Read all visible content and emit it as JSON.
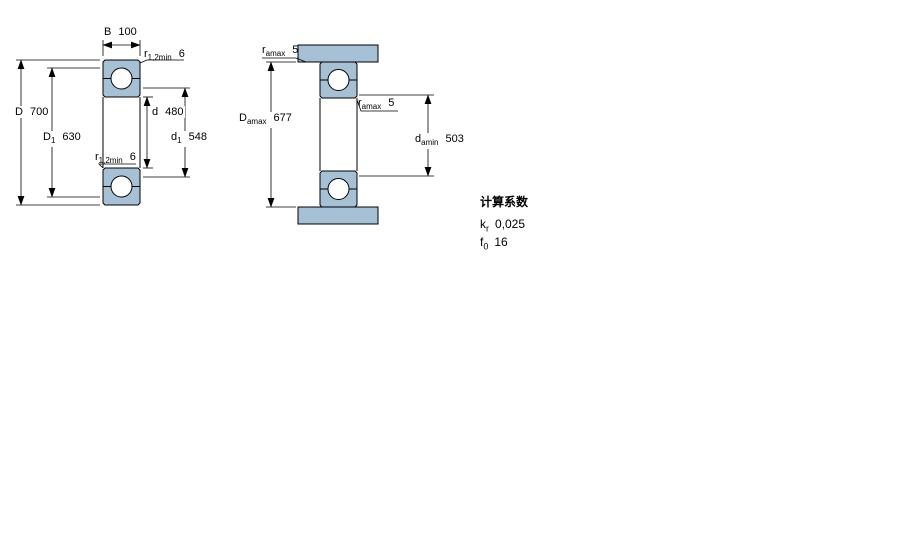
{
  "colors": {
    "section_fill": "#a6c1d6",
    "line": "#000000"
  },
  "left_view": {
    "b": {
      "sym": "B",
      "sub": "",
      "val": "100"
    },
    "r12_top": {
      "sym": "r",
      "sub": "1,2min",
      "val": "6"
    },
    "D": {
      "sym": "D",
      "sub": "",
      "val": "700"
    },
    "D1": {
      "sym": "D",
      "sub": "1",
      "val": "630"
    },
    "d": {
      "sym": "d",
      "sub": "",
      "val": "480"
    },
    "d1": {
      "sym": "d",
      "sub": "1",
      "val": "548"
    },
    "r12_bottom": {
      "sym": "r",
      "sub": "1,2min",
      "val": "6"
    }
  },
  "right_view": {
    "ra_top": {
      "sym": "r",
      "sub": "amax",
      "val": "5"
    },
    "Da": {
      "sym": "D",
      "sub": "amax",
      "val": "677"
    },
    "ra_mid": {
      "sym": "r",
      "sub": "amax",
      "val": "5"
    },
    "da": {
      "sym": "d",
      "sub": "amin",
      "val": "503"
    }
  },
  "factors": {
    "heading": "计算系数",
    "kr": {
      "sym": "k",
      "sub": "r",
      "val": "0,025"
    },
    "f0": {
      "sym": "f",
      "sub": "0",
      "val": "16"
    }
  }
}
